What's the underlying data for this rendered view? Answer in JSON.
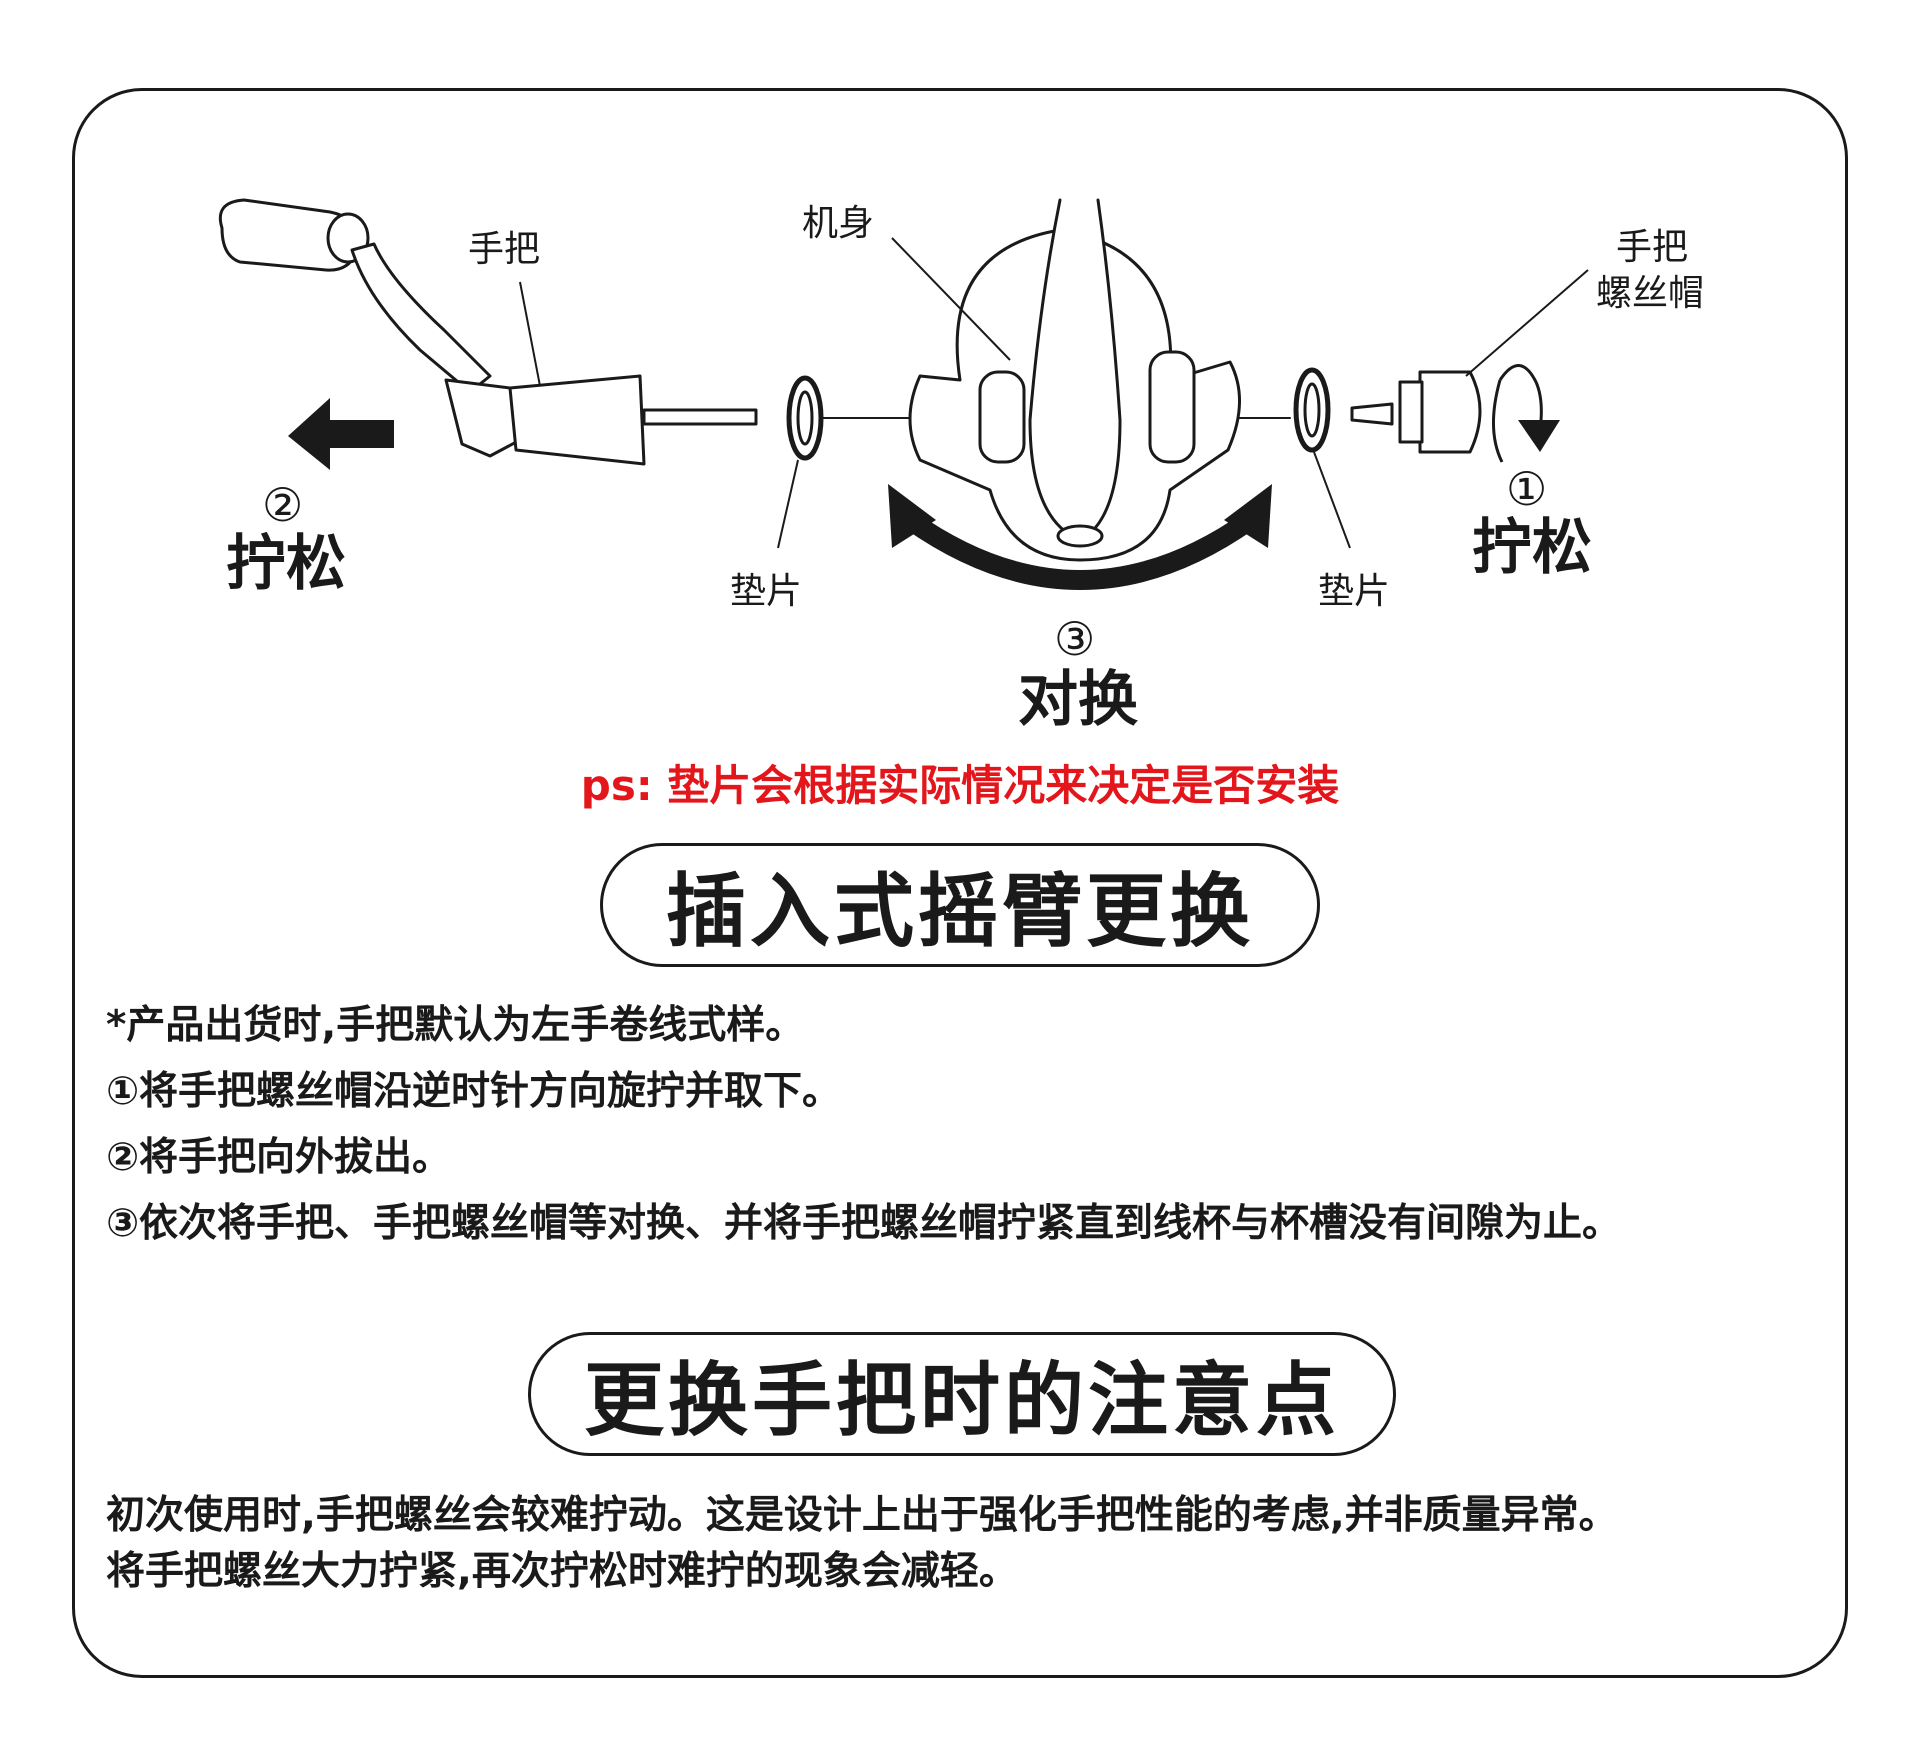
{
  "diagram": {
    "label_handle": "手把",
    "label_body": "机身",
    "label_cap_line1": "手把",
    "label_cap_line2": "螺丝帽",
    "label_washer_left": "垫片",
    "label_washer_right": "垫片",
    "step1_num": "①",
    "step1_word": "拧松",
    "step2_num": "②",
    "step2_word": "拧松",
    "step3_num": "③",
    "step3_word": "对换",
    "ps_note": "ps: 垫片会根据实际情况来决定是否安装"
  },
  "section1": {
    "title": "插入式摇臂更换",
    "lines": [
      "*产品出货时,手把默认为左手卷线式样。",
      "①将手把螺丝帽沿逆时针方向旋拧并取下。",
      "②将手把向外拔出。",
      "③依次将手把、手把螺丝帽等对换、并将手把螺丝帽拧紧直到线杯与杯槽没有间隙为止。"
    ]
  },
  "section2": {
    "title": "更换手把时的注意点",
    "lines": [
      "初次使用时,手把螺丝会较难拧动。这是设计上出于强化手把性能的考虑,并非质量异常。",
      "将手把螺丝大力拧紧,再次拧松时难拧的现象会减轻。"
    ]
  },
  "colors": {
    "ps_red": "#e3171b",
    "ink": "#1a1a1a"
  }
}
